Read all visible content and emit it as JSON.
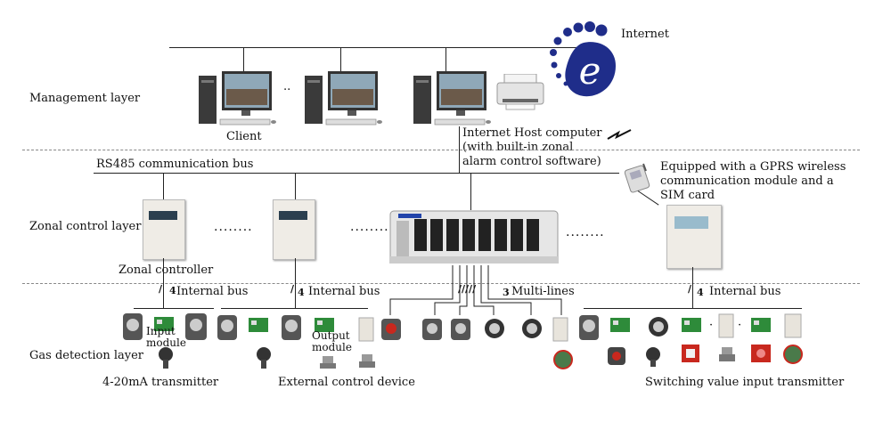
{
  "internet_label": "Internet",
  "layers": {
    "management": "Management layer",
    "zonal": "Zonal control layer",
    "gas": "Gas detection layer"
  },
  "labels": {
    "client": "Client",
    "dots_pcs": "..",
    "host": [
      "Internet Host computer",
      "(with built-in zonal",
      "alarm control software)"
    ],
    "rs485": "RS485 communication bus",
    "gprs": [
      "Equipped with a GPRS wireless",
      "communication module and a",
      "SIM card"
    ],
    "zonal_controller": "Zonal controller",
    "internal_bus": "Internal bus",
    "multi_lines": "Multi-lines",
    "bus_count_4": "4",
    "bus_count_3": "3",
    "input_module": [
      "Input",
      "module"
    ],
    "output_module": [
      "Output",
      "module"
    ],
    "transmitter_420": "4-20mA transmitter",
    "external_control": "External control device",
    "switching_value": "Switching value input transmitter",
    "dotted_long": "........",
    "dotted_short": "·"
  },
  "colors": {
    "internet_blue": "#1f2d8a",
    "pcb_green": "#2e8b3a",
    "alarm_red": "#c8281e"
  }
}
